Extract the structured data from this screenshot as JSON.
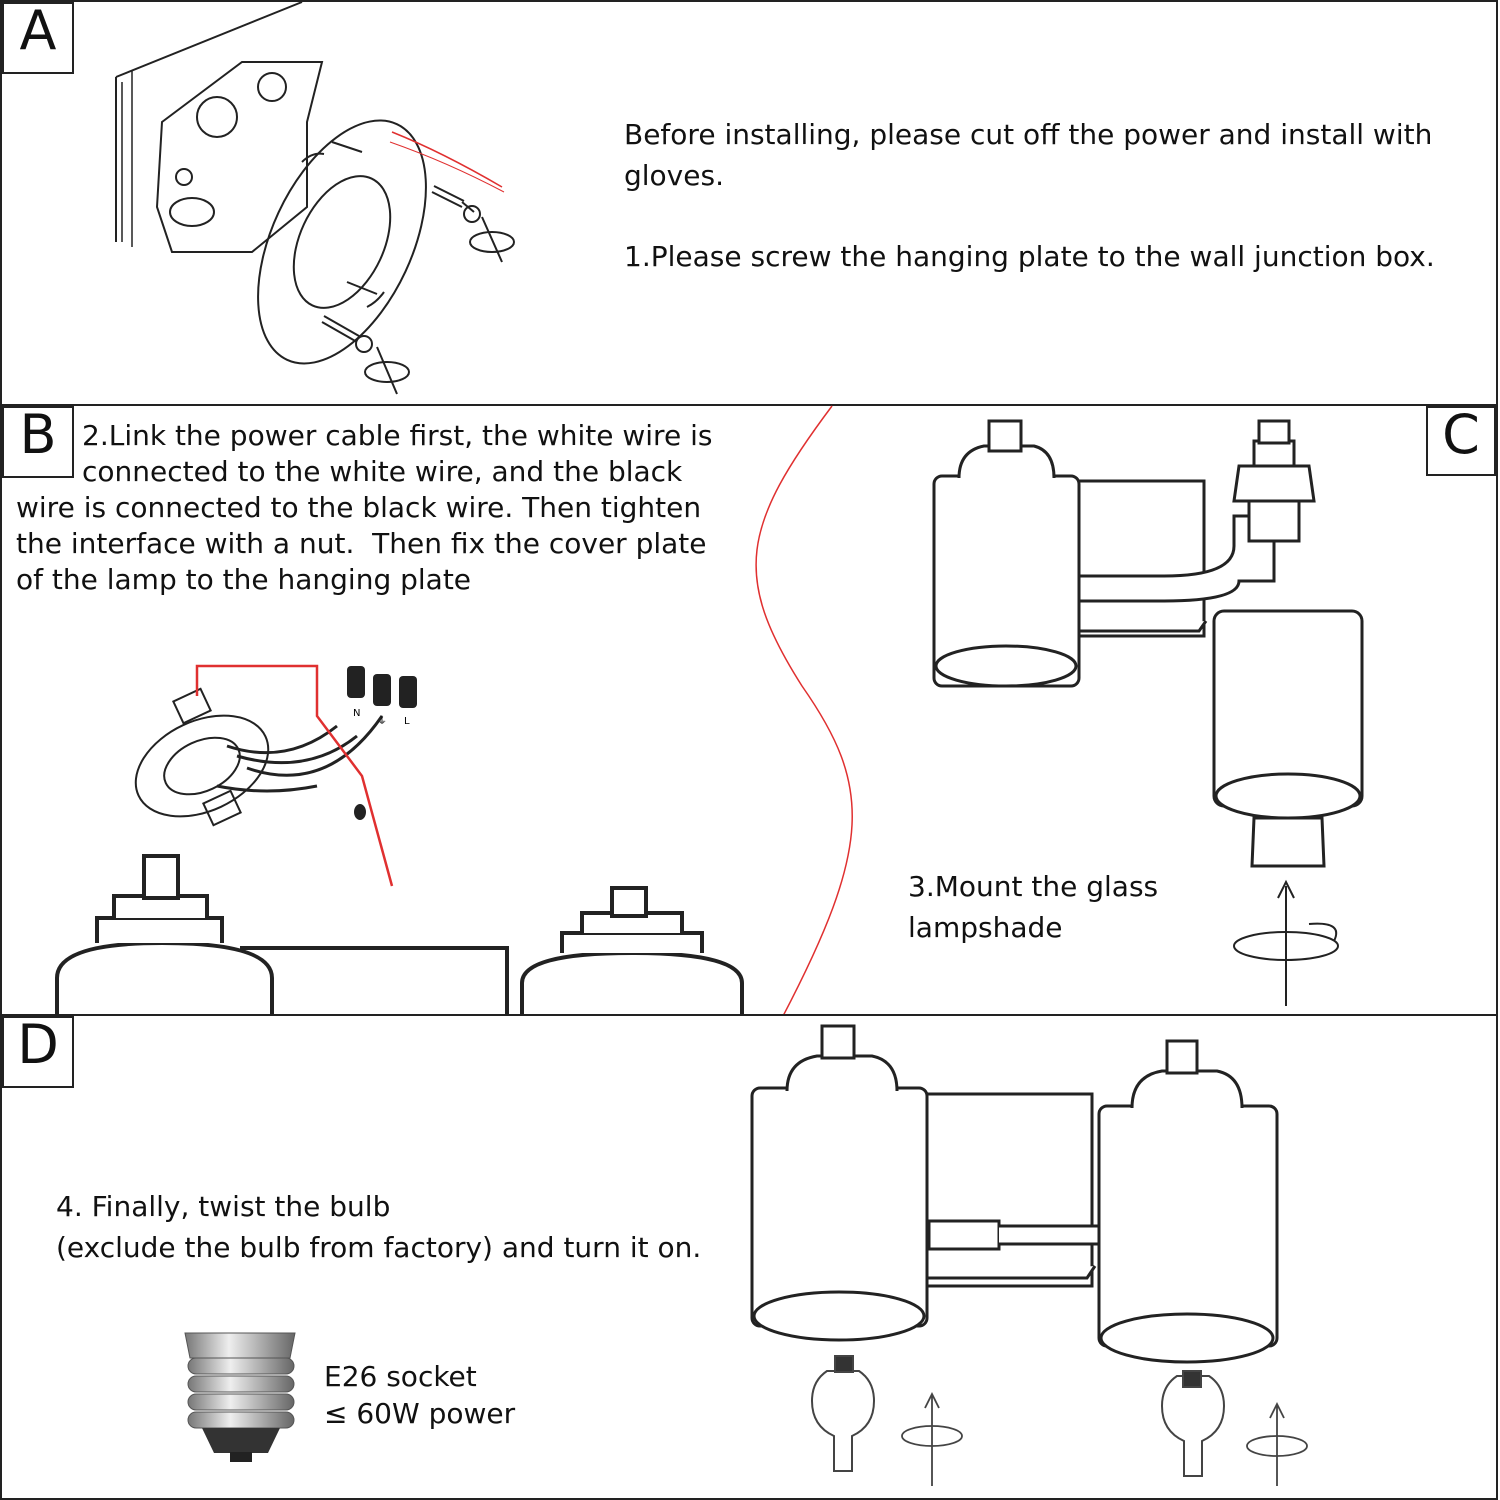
{
  "panel_a": {
    "letter": "A",
    "text_line1": "Before installing, please cut off the power and install with",
    "text_line2": "gloves.",
    "step1": "1.Please screw the hanging plate to the wall junction box."
  },
  "panel_b": {
    "letter": "B",
    "step2_line1": "2.Link the power cable first, the white wire is",
    "step2_line2": "connected to the white wire, and the black",
    "step2_line3": "wire is connected to the black wire. Then tighten",
    "step2_line4": "the interface with a nut.  Then fix the cover plate",
    "step2_line5": "of the lamp to the hanging plate",
    "connector_labels": [
      "N",
      "⏚",
      "L"
    ]
  },
  "panel_c": {
    "letter": "C",
    "step3_line1": "3.Mount the glass",
    "step3_line2": "lampshade"
  },
  "panel_d": {
    "letter": "D",
    "step4_line1": "4. Finally, twist the bulb",
    "step4_line2": "(exclude the bulb from factory) and turn it on.",
    "socket_label": "E26 socket",
    "power_label": "≤ 60W power"
  },
  "colors": {
    "line": "#222222",
    "accent_red": "#e03030"
  }
}
